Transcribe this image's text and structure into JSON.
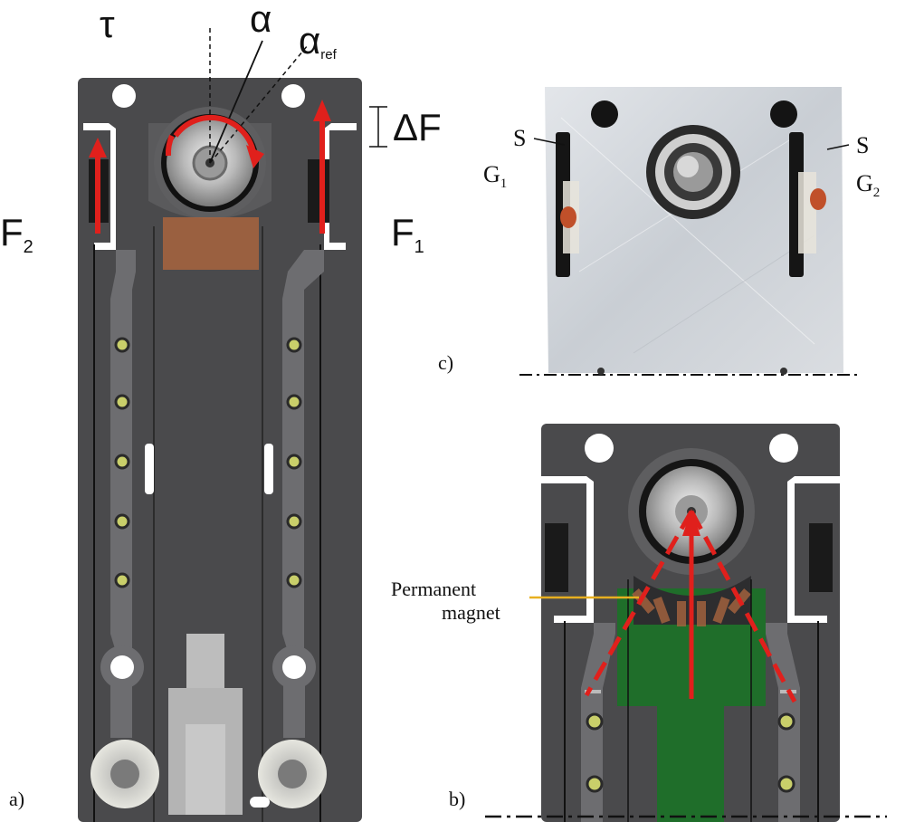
{
  "panel_a": {
    "label": "a)",
    "torque_symbol": "τ",
    "angle_symbol": "α",
    "angle_ref_base": "α",
    "angle_ref_sub": "ref",
    "delta_force": "ΔF",
    "force_2_base": "F",
    "force_2_sub": "2",
    "force_1_base": "F",
    "force_1_sub": "1"
  },
  "panel_b": {
    "label": "b)",
    "magnet_line1": "Permanent",
    "magnet_line2": "magnet"
  },
  "panel_c": {
    "label": "c)",
    "gauge_1_top": "S",
    "gauge_1_base": "G",
    "gauge_1_sub": "1",
    "gauge_2_top": "S",
    "gauge_2_base": "G",
    "gauge_2_sub": "2"
  },
  "colors": {
    "frame": "#4a4a4c",
    "frame_dark": "#3a3a3c",
    "arm": "#6d6d70",
    "arrow": "#e0201c",
    "pcb": "#1f6e2a",
    "aluminium": "#d5d9de",
    "callout": "#e8b020"
  }
}
